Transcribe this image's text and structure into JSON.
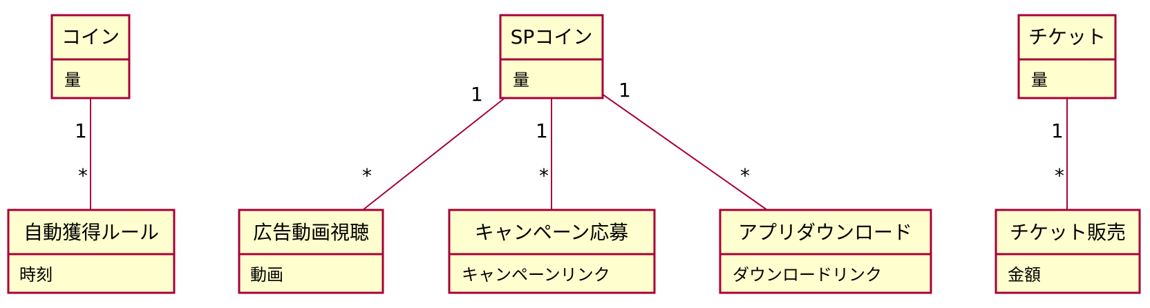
{
  "classes": {
    "coin": {
      "name": "コイン",
      "attribute": "量"
    },
    "sp_coin": {
      "name": "SPコイン",
      "attribute": "量"
    },
    "ticket": {
      "name": "チケット",
      "attribute": "量"
    },
    "auto_rule": {
      "name": "自動獲得ルール",
      "attribute": "時刻"
    },
    "ad_video": {
      "name": "広告動画視聴",
      "attribute": "動画"
    },
    "campaign": {
      "name": "キャンペーン応募",
      "attribute": "キャンペーンリンク"
    },
    "app_download": {
      "name": "アプリダウンロード",
      "attribute": "ダウンロードリンク"
    },
    "ticket_sale": {
      "name": "チケット販売",
      "attribute": "金額"
    }
  },
  "associations": {
    "coin_auto_rule": {
      "source_mult": "1",
      "target_mult": "*"
    },
    "sp_ad_video": {
      "source_mult": "1",
      "target_mult": "*"
    },
    "sp_campaign": {
      "source_mult": "1",
      "target_mult": "*"
    },
    "sp_app_download": {
      "source_mult": "1",
      "target_mult": "*"
    },
    "ticket_ticket_sale": {
      "source_mult": "1",
      "target_mult": "*"
    }
  },
  "colors": {
    "class_fill": "#fefece",
    "class_border": "#a80036",
    "line": "#a80036",
    "text": "#000000"
  }
}
